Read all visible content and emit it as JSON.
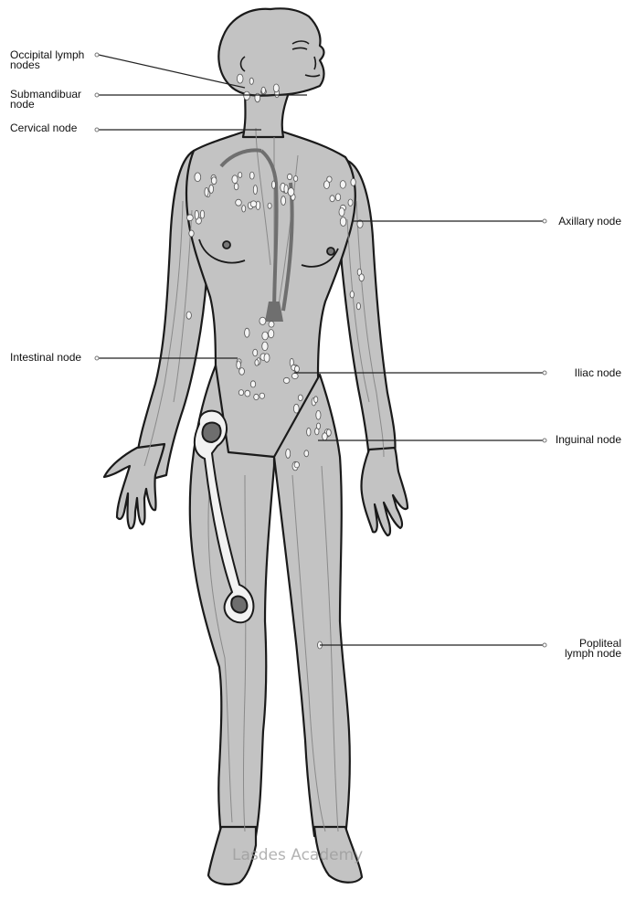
{
  "labels": {
    "occipital": [
      "Occipital lymph",
      "nodes"
    ],
    "submandibular": [
      "Submandibuar",
      "node"
    ],
    "cervical": "Cervical node",
    "axillary": "Axillary node",
    "intestinal": "Intestinal node",
    "iliac": "Iliac node",
    "inguinal": "Inguinal node",
    "popliteal": [
      "Popliteal",
      "lymph node"
    ]
  },
  "watermark": "Lasdes Academy",
  "colors": {
    "skin": "#c3c3c3",
    "outline": "#1a1a1a",
    "vessel": "#8a8a8a",
    "node": "#f4f4f4",
    "bone": "#f2f2f2",
    "marrow": "#6e6e6e",
    "duct": "#6f6f6f"
  }
}
